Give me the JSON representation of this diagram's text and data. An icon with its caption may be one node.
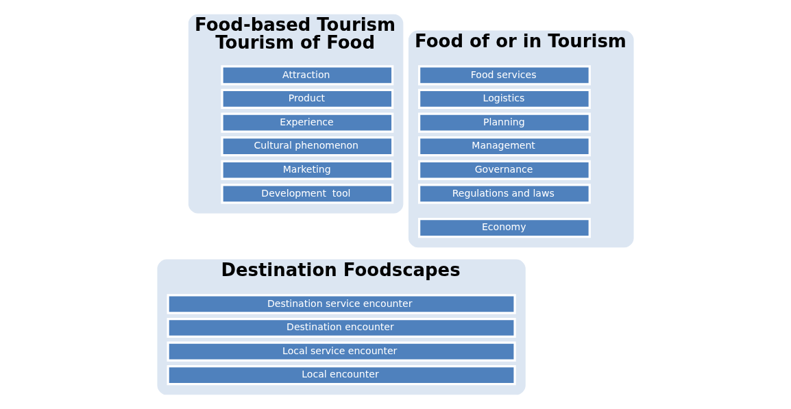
{
  "diagram": {
    "nodes": [
      {
        "text": [
          "Food-based Tourism",
          "Tourism of Food"
        ]
      },
      {
        "text": [
          "Attraction"
        ],
        "in": 0
      },
      {
        "text": [
          "Product"
        ],
        "in": 0
      },
      {
        "text": [
          "Experience"
        ],
        "in": 0
      },
      {
        "text": [
          "Cultural phenomenon"
        ],
        "in": 0
      },
      {
        "text": [
          "Marketing"
        ],
        "in": 0
      },
      {
        "text": [
          "Development  tool"
        ],
        "in": 0
      },
      {
        "text": [
          "Food of or in Tourism"
        ]
      },
      {
        "text": [
          "Food services"
        ],
        "in": 7
      },
      {
        "text": [
          "Logistics"
        ],
        "in": 7
      },
      {
        "text": [
          "Planning"
        ],
        "in": 7
      },
      {
        "text": [
          "Management"
        ],
        "in": 7
      },
      {
        "text": [
          "Governance"
        ],
        "in": 7
      },
      {
        "text": [
          "Regulations and laws"
        ],
        "in": 7
      },
      {
        "text": [
          "Economy"
        ],
        "in": 7
      },
      {
        "text": [
          "Destination Foodscapes"
        ]
      },
      {
        "text": [
          "Destination service encounter"
        ],
        "in": 15
      },
      {
        "text": [
          "Destination encounter"
        ],
        "in": 15
      },
      {
        "text": [
          "Local service encounter"
        ],
        "in": 15
      },
      {
        "text": [
          "Local encounter"
        ],
        "in": 15
      }
    ],
    "edges": []
  }
}
